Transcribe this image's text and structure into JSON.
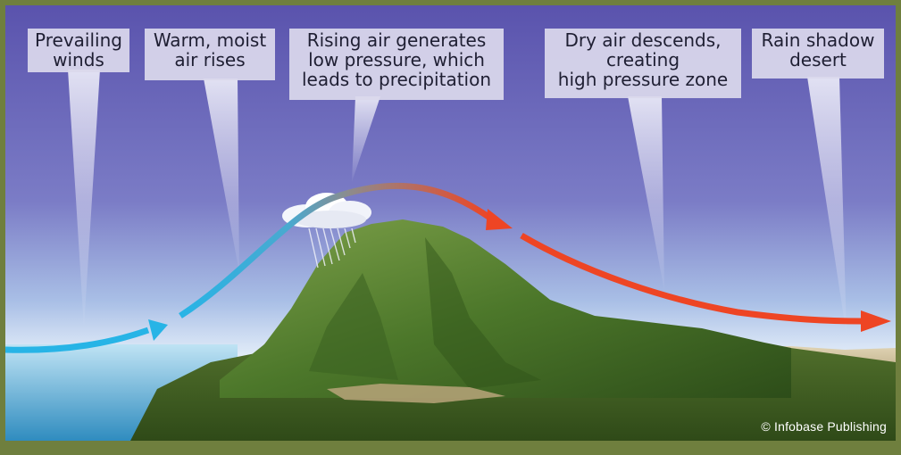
{
  "labels": {
    "prevailing_winds": "Prevailing\nwinds",
    "warm_moist_air": "Warm, moist\nair rises",
    "rising_air": "Rising air generates\nlow pressure, which\nleads to precipitation",
    "dry_air": "Dry air descends,\ncreating\nhigh pressure zone",
    "rain_shadow": "Rain shadow\ndesert"
  },
  "credit": "© Infobase Publishing",
  "colors": {
    "frame": "#6f7f3e",
    "sky_top": "#5e57b0",
    "sky_horizon": "#e8f1fb",
    "wind_blue": "#27b4e6",
    "wind_red": "#ee4524",
    "mountain_green": "#4f7a2a",
    "desert_tan": "#c7b894",
    "sea": "#5aa9d0",
    "label_bg": "#dad8ec"
  },
  "icons": [
    "cloud-icon",
    "rain-icon",
    "wind-arrow-icon"
  ]
}
